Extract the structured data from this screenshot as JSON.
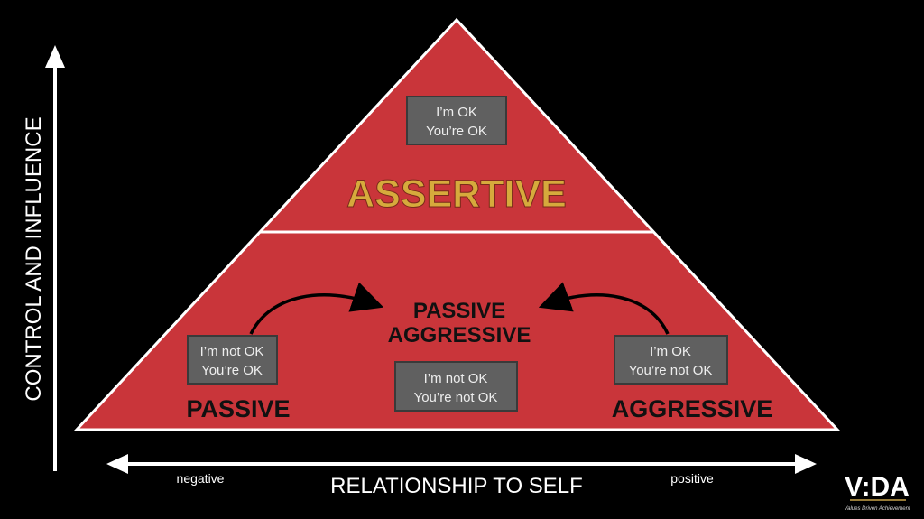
{
  "axes": {
    "y_label": "CONTROL AND INFLUENCE",
    "x_label": "RELATIONSHIP TO SELF",
    "x_left": "negative",
    "x_right": "positive"
  },
  "assertive": {
    "line1": "I’m OK",
    "line2": "You’re OK",
    "label": "ASSERTIVE"
  },
  "passive": {
    "line1": "I’m not OK",
    "line2": "You’re OK",
    "label": "PASSIVE"
  },
  "passive_aggressive": {
    "line1": "I’m not OK",
    "line2": "You’re not OK",
    "label1": "PASSIVE",
    "label2": "AGGRESSIVE"
  },
  "aggressive": {
    "line1": "I’m OK",
    "line2": "You’re not OK",
    "label": "AGGRESSIVE"
  },
  "logo": {
    "name": "V:DA",
    "tagline": "Values Driven Achievement"
  },
  "colors": {
    "red": "#c9353a",
    "gold": "#d6aa3c",
    "box": "#606060"
  }
}
